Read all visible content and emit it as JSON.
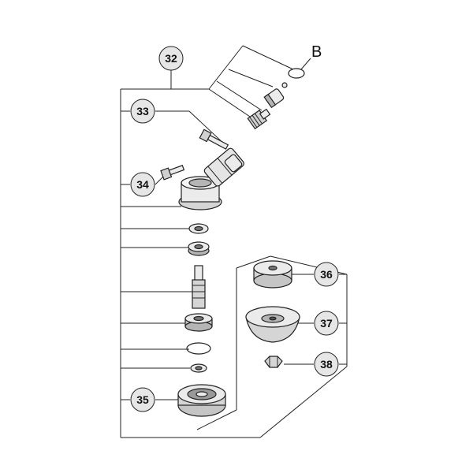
{
  "diagram": {
    "callouts": {
      "c32": "32",
      "c33": "33",
      "c34": "34",
      "c35": "35",
      "c36": "36",
      "c37": "37",
      "c38": "38"
    },
    "letter_b": "B",
    "colors": {
      "line": "#222222",
      "callout_fill": "#e6e6e6",
      "part_fill": "#ebebeb",
      "part_shade": "#b5b5b5"
    }
  }
}
